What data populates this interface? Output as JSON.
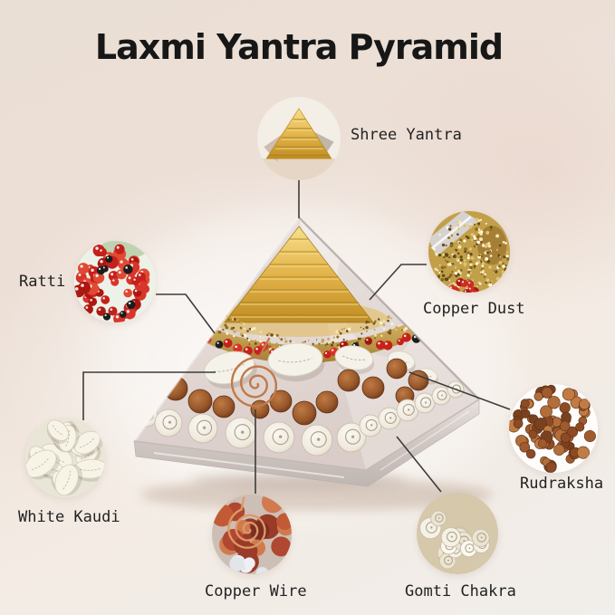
{
  "title": "Laxmi Yantra Pyramid",
  "palette": {
    "background_beige": "#eadfd5",
    "background_light": "#f3ebe3",
    "title_color": "#171717",
    "label_color": "#222222",
    "line_color": "#3c3c3c",
    "gold": "#e2b84e",
    "copper_wire": "#c07a4c",
    "ratti_red": "#c8201a",
    "rudraksha_brown": "#9a5a31",
    "shell_white": "#f5f2ea"
  },
  "callouts": [
    {
      "id": "shree-yantra",
      "label": "Shree Yantra"
    },
    {
      "id": "ratti",
      "label": "Ratti"
    },
    {
      "id": "copper-dust",
      "label": "Copper Dust"
    },
    {
      "id": "white-kaudi",
      "label": "White Kaudi"
    },
    {
      "id": "copper-wire",
      "label": "Copper Wire"
    },
    {
      "id": "gomti-chakra",
      "label": "Gomti Chakra"
    },
    {
      "id": "rudraksha",
      "label": "Rudraksha"
    }
  ]
}
